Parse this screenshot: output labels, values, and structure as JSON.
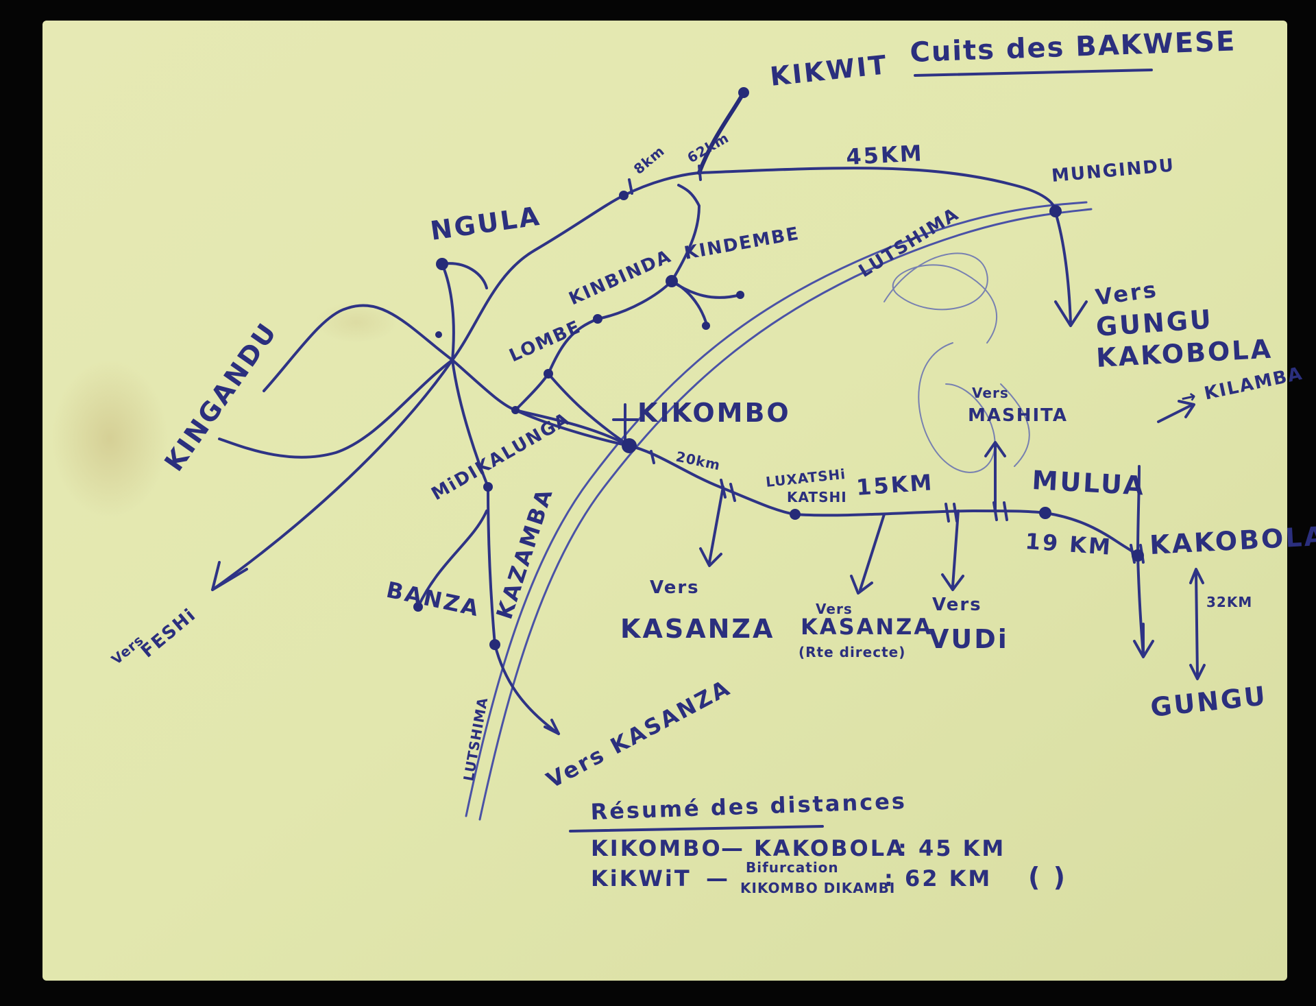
{
  "map": {
    "title": "Cuits des BAKWESE",
    "places": {
      "kikwit": "KIKWIT",
      "ngula": "NGULA",
      "mungindu": "MUNGINDU",
      "kindembe": "KINDEMBE",
      "kimbinda": "KINBINDA",
      "lombe": "LOMBE",
      "kinguandu": "KINGANDU",
      "kikombo": "KIKOMBO",
      "midikalunga": "MiDIKALUNGA",
      "banza": "BANZA",
      "kazamba": "KAZAMBA",
      "luxatshi_1": "LUXATSHi",
      "luxatshi_2": "KATSHI",
      "mulua": "MULUA",
      "kakobola": "KAKOBOLA"
    },
    "rivers": {
      "lutshima_north": "LUTSHIMA",
      "lutshima_south": "LUTSHIMA"
    },
    "distances": {
      "d_8km": "8km",
      "d_62km": "62km",
      "d_45km": "45KM",
      "d_20km": "20km",
      "d_15km": "15KM",
      "d_19km": "19 KM",
      "d_32km": "32KM"
    },
    "directions": {
      "vers_gungu_kakobola_1": "Vers",
      "vers_gungu_kakobola_2": "GUNGU",
      "vers_gungu_kakobola_3": "KAKOBOLA",
      "kilamba": "→ KILAMBA",
      "vers_mashita_1": "Vers",
      "vers_mashita_2": "MASHITA",
      "vers_feshi_1": "Vers",
      "vers_feshi_2": "FESHi",
      "vers_kasanza_a_1": "Vers",
      "vers_kasanza_a_2": "KASANZA",
      "vers_kasanza_b_1": "Vers",
      "vers_kasanza_b_2": "KASANZA",
      "vers_kasanza_b_3": "(Rte directe)",
      "vers_vudi_1": "Vers",
      "vers_vudi_2": "VUDi",
      "vers_kasanza_c": "Vers KASANZA",
      "gungu": "GUNGU"
    },
    "summary": {
      "heading": "Résumé des distances",
      "line1_from": "KIKOMBO",
      "line1_dash": "—",
      "line1_to": "KAKOBOLA",
      "line1_value": ": 45 KM",
      "line2_from": "KiKWiT",
      "line2_dash": "—",
      "line2_to_a": "Bifurcation",
      "line2_to_b": "KIKOMBO DIKAMBI",
      "line2_value": ": 62 KM",
      "line2_paren": "(        )"
    }
  }
}
